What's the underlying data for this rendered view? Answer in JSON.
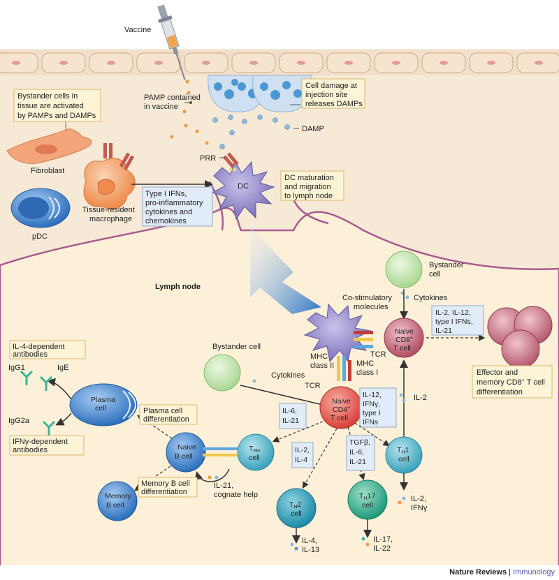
{
  "labels": {
    "vaccine": "Vaccine",
    "pamp_l1": "PAMP contained",
    "pamp_l2": "in vaccine",
    "damp": "DAMP",
    "bystander_tissue_l1": "Bystander cells in",
    "bystander_tissue_l2": "tissue are activated",
    "bystander_tissue_l3": "by PAMPs and DAMPs",
    "cell_damage_l1": "Cell damage at",
    "cell_damage_l2": "injection site",
    "cell_damage_l3": "releases DAMPs",
    "fibroblast": "Fibroblast",
    "pdc": "pDC",
    "macrophage_l1": "Tissue-resident",
    "macrophage_l2": "macrophage",
    "prr": "PRR",
    "dc": "DC",
    "type1_l1": "Type I IFNs,",
    "type1_l2": "pro-inflammatory",
    "type1_l3": "cytokines and",
    "type1_l4": "chemokines",
    "dcmat_l1": "DC maturation",
    "dcmat_l2": "and migration",
    "dcmat_l3": "to lymph node",
    "lymph_node": "Lymph node",
    "bystander_cell_top_l1": "Bystander",
    "bystander_cell_top_l2": "cell",
    "cytokines_top": "Cytokines",
    "costim_l1": "Co-stimulatory",
    "costim_l2": "molecules",
    "il2_box_l1": "IL-2, IL-12,",
    "il2_box_l2": "type I IFNs,",
    "il2_box_l3": "IL-21",
    "naive_cd8_l1": "Naive",
    "naive_cd8_l2": "CD8",
    "naive_cd8_l3": "T cell",
    "tcr_right": "TCR",
    "mhc2_l1": "MHC",
    "mhc2_l2": "class II",
    "mhc1_l1": "MHC",
    "mhc1_l2": "class I",
    "effector_l1": "Effector and",
    "effector_l2": "memory CD8",
    "effector_l3": "T cell",
    "effector_l4": "differentiation",
    "bystander_cell_mid": "Bystander cell",
    "cytokines_mid": "Cytokines",
    "tcr_left": "TCR",
    "naive_cd4_l1": "Naive",
    "naive_cd4_l2": "CD4",
    "naive_cd4_l3": "T cell",
    "il12_box_l1": "IL-12,",
    "il12_box_l2": "IFNγ,",
    "il12_box_l3": "type I",
    "il12_box_l4": "IFNs",
    "il2_right": "IL-2",
    "il4dep_l1": "IL-4-dependent",
    "il4dep_l2": "antibodies",
    "igg1": "IgG1",
    "ige": "IgE",
    "plasma_l1": "Plasma",
    "plasma_l2": "cell",
    "igg2a": "IgG2a",
    "plasma_diff_l1": "Plasma cell",
    "plasma_diff_l2": "differentiation",
    "ifng_dep_l1": "IFNγ-dependent",
    "ifng_dep_l2": "antibodies",
    "il6_box_l1": "IL-6,",
    "il6_box_l2": "IL-21",
    "naive_b_l1": "Naive",
    "naive_b_l2": "B cell",
    "tfh_l2": "cell",
    "tgfb_l1": "TGFβ,",
    "tgfb_l2": "IL-6,",
    "tgfb_l3": "IL-21",
    "th1_l2": "cell",
    "il24_l1": "IL-2,",
    "il24_l2": "IL-4",
    "memory_b_l1": "Memory",
    "memory_b_l2": "B cell",
    "memory_diff_l1": "Memory B cell",
    "memory_diff_l2": "differentiation",
    "il21_help_l1": "IL-21,",
    "il21_help_l2": "cognate help",
    "th2_l2": "cell",
    "th17_l2": "cell",
    "th1_out_l1": "IL-2,",
    "th1_out_l2": "IFNγ",
    "th2_out_l1": "IL-4,",
    "th2_out_l2": "IL-13",
    "th17_out_l1": "IL-17,",
    "th17_out_l2": "IL-22",
    "footer_brand": "Nature Reviews",
    "footer_sep": " | ",
    "footer_journal": "Immunology"
  },
  "colors": {
    "tissue": "#f6e9d6",
    "lymph": "#fdf0d8",
    "box_yellow": "#fdf3d6",
    "box_blue": "#e1ecf8",
    "dc": "#8f86c8",
    "cd4": "#e0564e",
    "cd8": "#c85f74",
    "th": "#4bb3c9",
    "th17": "#3cb497",
    "bcell": "#3b7fc9",
    "bystander": "#c9e8b5",
    "macrophage": "#f4a36b",
    "fibroblast": "#f09768",
    "journal": "#5d5da8"
  }
}
